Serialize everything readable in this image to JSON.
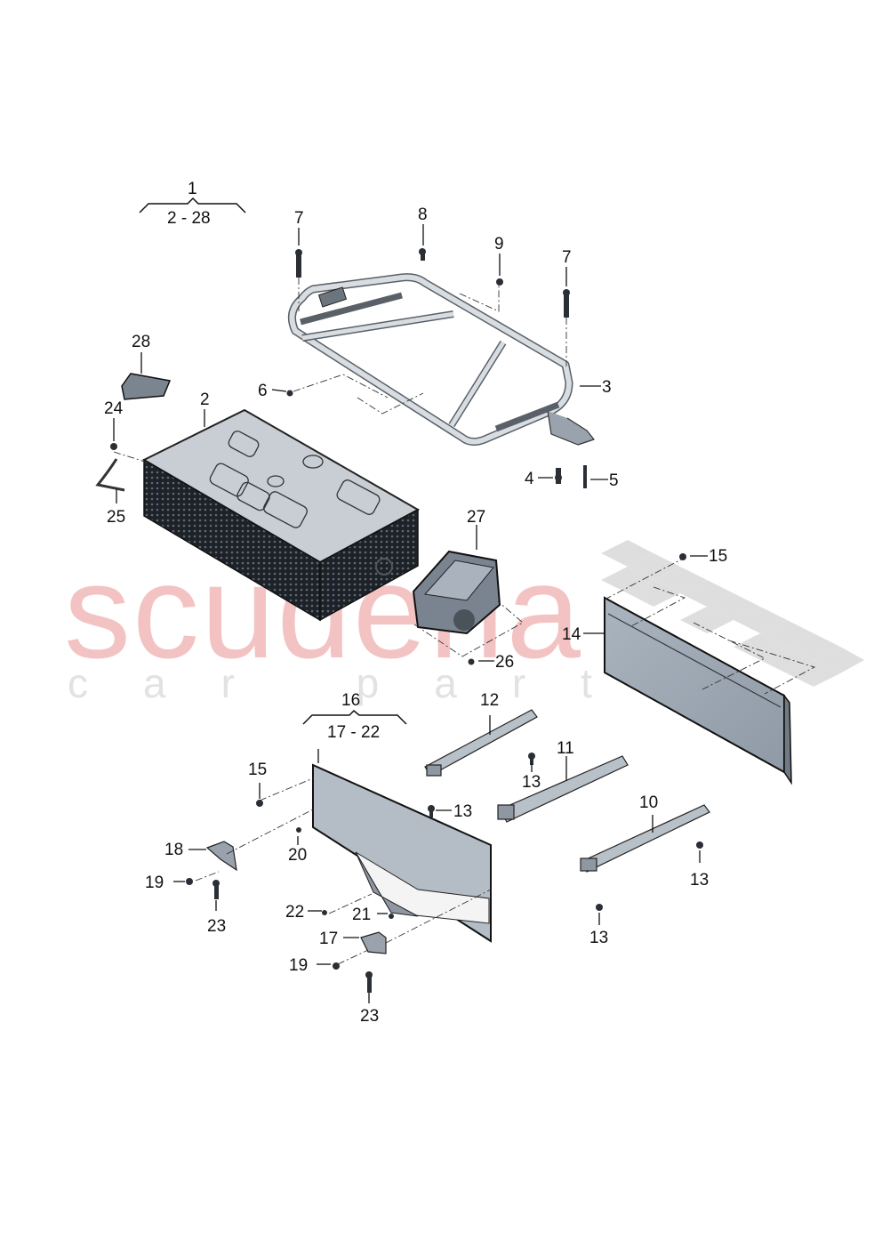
{
  "diagram": {
    "type": "exploded-parts-diagram",
    "subject": "high-voltage battery assembly with frame, control unit, covers and brackets",
    "watermark": {
      "main": "scuderia",
      "sub": "car parts",
      "main_color": "#f2b9b9",
      "sub_color": "#e2e2e2",
      "flag_color": "#d6d6d6"
    },
    "groups": [
      {
        "id": "group-1",
        "label": "1",
        "range": "2 - 28"
      },
      {
        "id": "group-16",
        "label": "16",
        "range": "17 - 22"
      }
    ],
    "callouts": [
      {
        "id": "c7a",
        "text": "7"
      },
      {
        "id": "c8",
        "text": "8"
      },
      {
        "id": "c9",
        "text": "9"
      },
      {
        "id": "c7b",
        "text": "7"
      },
      {
        "id": "c28",
        "text": "28"
      },
      {
        "id": "c2",
        "text": "2"
      },
      {
        "id": "c6",
        "text": "6"
      },
      {
        "id": "c3",
        "text": "3"
      },
      {
        "id": "c24",
        "text": "24"
      },
      {
        "id": "c25",
        "text": "25"
      },
      {
        "id": "c4",
        "text": "4"
      },
      {
        "id": "c5",
        "text": "5"
      },
      {
        "id": "c27",
        "text": "27"
      },
      {
        "id": "c15a",
        "text": "15"
      },
      {
        "id": "c14",
        "text": "14"
      },
      {
        "id": "c26",
        "text": "26"
      },
      {
        "id": "c12",
        "text": "12"
      },
      {
        "id": "c11",
        "text": "11"
      },
      {
        "id": "c13a",
        "text": "13"
      },
      {
        "id": "c13b",
        "text": "13"
      },
      {
        "id": "c15b",
        "text": "15"
      },
      {
        "id": "c10",
        "text": "10"
      },
      {
        "id": "c18",
        "text": "18"
      },
      {
        "id": "c20",
        "text": "20"
      },
      {
        "id": "c13c",
        "text": "13"
      },
      {
        "id": "c19a",
        "text": "19"
      },
      {
        "id": "c23a",
        "text": "23"
      },
      {
        "id": "c22",
        "text": "22"
      },
      {
        "id": "c21",
        "text": "21"
      },
      {
        "id": "c17",
        "text": "17"
      },
      {
        "id": "c13d",
        "text": "13"
      },
      {
        "id": "c19b",
        "text": "19"
      },
      {
        "id": "c23b",
        "text": "23"
      }
    ]
  }
}
